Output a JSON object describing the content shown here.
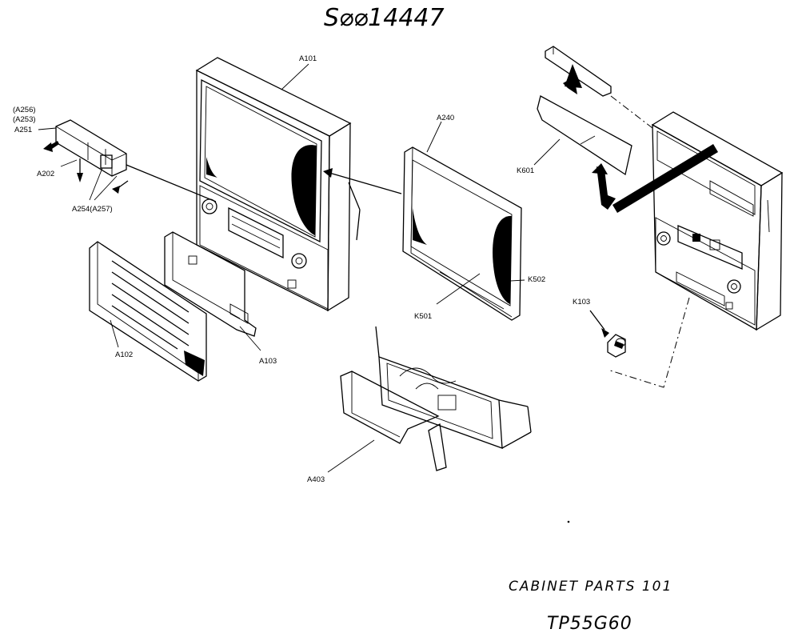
{
  "header": {
    "stamp": "S⌀⌀14447"
  },
  "footer": {
    "caption": "CABINET PARTS 101",
    "model": "TP55G60"
  },
  "labels": {
    "a256": "(A256)",
    "a253": "(A253)",
    "a251": "A251",
    "a202": "A202",
    "a254": "A254(A257)",
    "a101": "A101",
    "a102": "A102",
    "a103": "A103",
    "a240": "A240",
    "k501": "K501",
    "k502": "K502",
    "k601": "K601",
    "k103": "K103",
    "a403": "A403"
  }
}
